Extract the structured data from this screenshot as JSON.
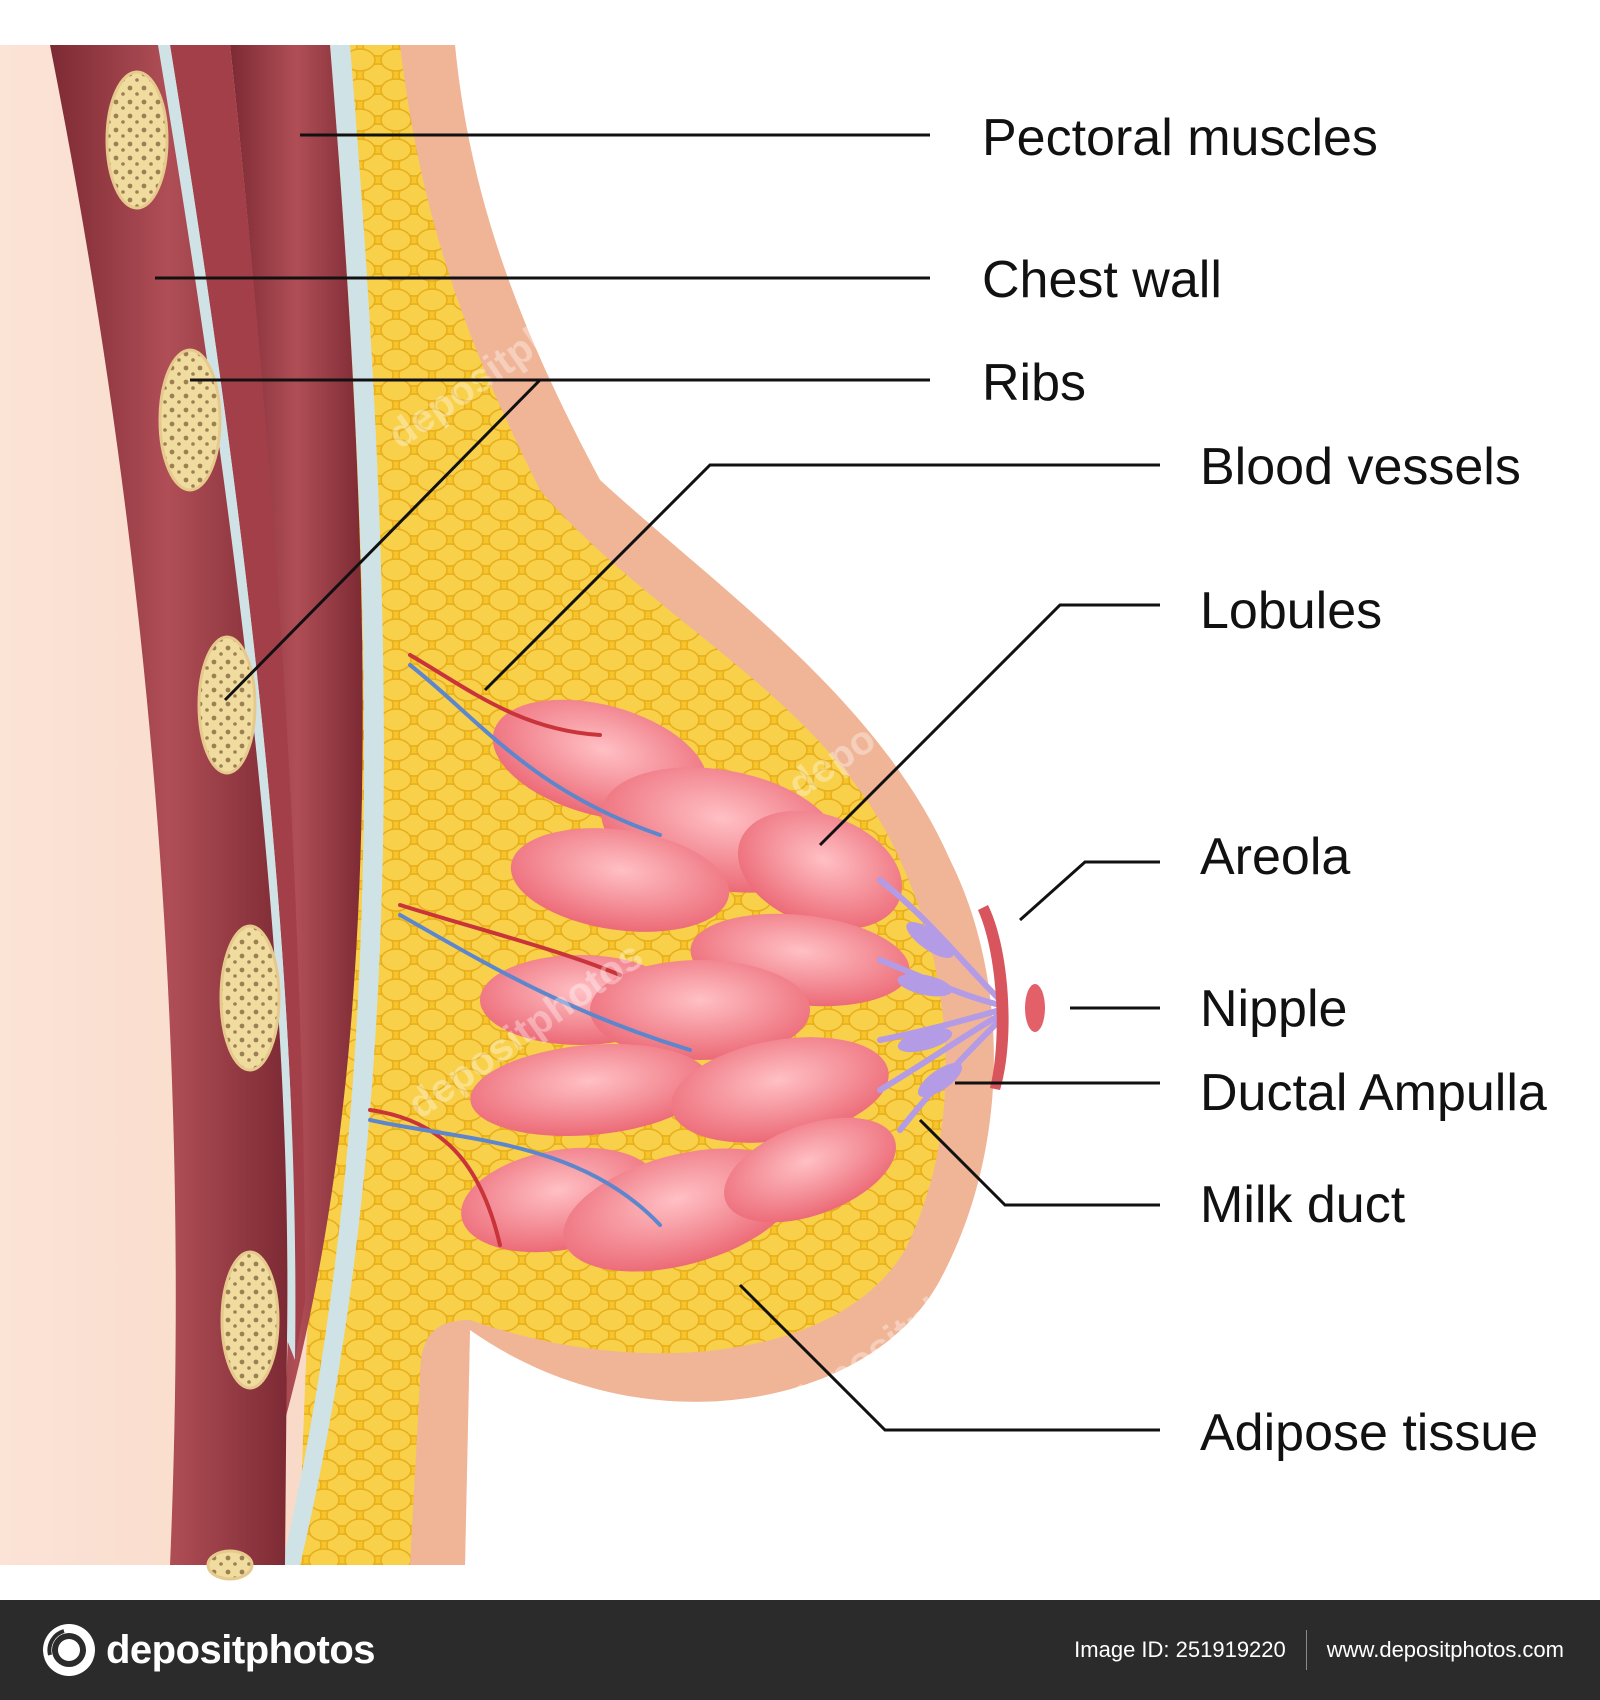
{
  "labels": {
    "pectoral_muscles": "Pectoral muscles",
    "chest_wall": "Chest wall",
    "ribs": "Ribs",
    "blood_vessels": "Blood vessels",
    "lobules": "Lobules",
    "areola": "Areola",
    "nipple": "Nipple",
    "ductal_ampulla": "Ductal Ampulla",
    "milk_duct": "Milk duct",
    "adipose_tissue": "Adipose tissue"
  },
  "watermark_text": "depositphotos",
  "footer": {
    "logo_text": "depositphotos",
    "image_id": "Image ID: 251919220",
    "website": "www.depositphotos.com"
  },
  "colors": {
    "skin": "#f3c4a6",
    "skin_shadow": "#e8a98a",
    "muscle": "#a9464f",
    "muscle_dark": "#7d2a34",
    "membrane": "#cfe3e6",
    "rib_fill": "#f1dca0",
    "fat": "#f5c52a",
    "lobule": "#f27c86",
    "duct": "#b49be6",
    "vessel_red": "#c9343a",
    "vessel_blue": "#5d86cc",
    "areola": "#d8555e",
    "footer_bg": "#2b2b2b"
  }
}
